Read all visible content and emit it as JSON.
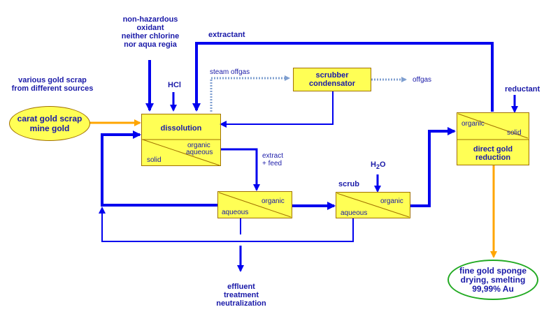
{
  "inputs": {
    "oxidant": [
      "non-hazardous",
      "oxidant",
      "neither chlorine",
      "nor aqua regia"
    ],
    "extractant": "extractant",
    "hcl": "HCl",
    "sources": [
      "various gold scrap",
      "from different sources"
    ],
    "feed": [
      "carat gold scrap",
      "mine gold"
    ],
    "reductant": "reductant",
    "water": {
      "h": "H",
      "sub": "2",
      "o": "O"
    }
  },
  "streams": {
    "steam_offgas": "steam offgas",
    "offgas": "offgas",
    "extract_feed": [
      "extract",
      "+ feed"
    ],
    "scrub": "scrub"
  },
  "units": {
    "scrubber": [
      "scrubber",
      "condensator"
    ],
    "dissolution": {
      "title": "dissolution",
      "organic": "organic",
      "aqueous": "aqueous",
      "solid": "solid"
    },
    "extraction": {
      "organic": "organic",
      "aqueous": "aqueous"
    },
    "scrub_unit": {
      "organic": "organic",
      "aqueous": "aqueous"
    },
    "reduction": {
      "organic": "organic",
      "solid": "solid",
      "title": [
        "direct gold",
        "reduction"
      ]
    }
  },
  "outputs": {
    "effluent": [
      "effluent",
      "treatment",
      "neutralization"
    ],
    "product": [
      "fine gold sponge",
      "drying, smelting",
      "99,99% Au"
    ]
  },
  "colors": {
    "blue_flow": "#0000ee",
    "orange_flow": "#ffa500",
    "box_fill": "#ffff55",
    "text": "#1a1aa8",
    "feed_ellipse": "#ffff55",
    "product_ellipse_border": "#22aa22"
  }
}
